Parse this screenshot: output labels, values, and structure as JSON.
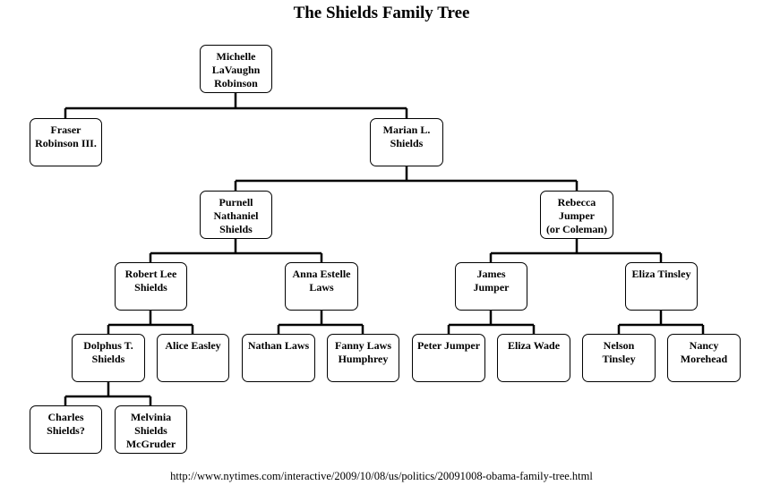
{
  "title": "The Shields Family Tree",
  "nodes": {
    "michelle": "Michelle\nLaVaughn\nRobinson",
    "fraser": "Fraser\nRobinson III.",
    "marian": "Marian L.\nShields",
    "purnell": "Purnell\nNathaniel\nShields",
    "rebecca": "Rebecca\nJumper\n(or Coleman)",
    "robert": "Robert Lee\nShields",
    "anna": "Anna Estelle\nLaws",
    "james": "James\nJumper",
    "eliza_tinsley": "Eliza Tinsley",
    "dolphus": "Dolphus T.\nShields",
    "alice": "Alice Easley",
    "nathan": "Nathan Laws",
    "fanny": "Fanny Laws\nHumphrey",
    "peter": "Peter Jumper",
    "eliza_wade": "Eliza Wade",
    "nelson": "Nelson\nTinsley",
    "nancy": "Nancy\nMorehead",
    "charles": "Charles\nShields?",
    "melvinia": "Melvinia\nShields\nMcGruder"
  },
  "source_url": "http://www.nytimes.com/interactive/2009/10/08/us/politics/20091008-obama-family-tree.html"
}
